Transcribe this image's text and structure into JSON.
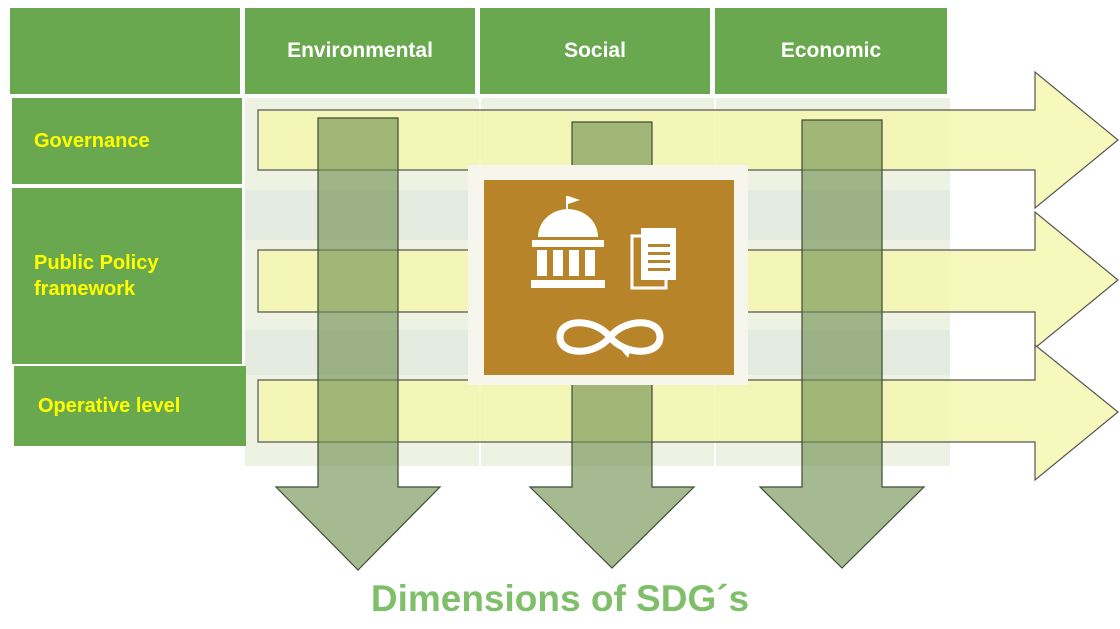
{
  "columns": {
    "environmental": "Environmental",
    "social": "Social",
    "economic": "Economic"
  },
  "rows": {
    "governance": "Governance",
    "public_policy": "Public Policy framework",
    "operative": "Operative level"
  },
  "caption": "Dimensions of SDG´s",
  "colors": {
    "header_green": "#6aa84f",
    "row_label_text": "#ffff00",
    "horizontal_arrow": "#f4f7b0",
    "vertical_arrow": "#7f9f5f",
    "emblem_background": "#b8842a",
    "caption": "#7fbf6a"
  },
  "emblem": {
    "icons": [
      "institution-building-icon",
      "document-icon",
      "infinity-cycle-icon"
    ]
  }
}
